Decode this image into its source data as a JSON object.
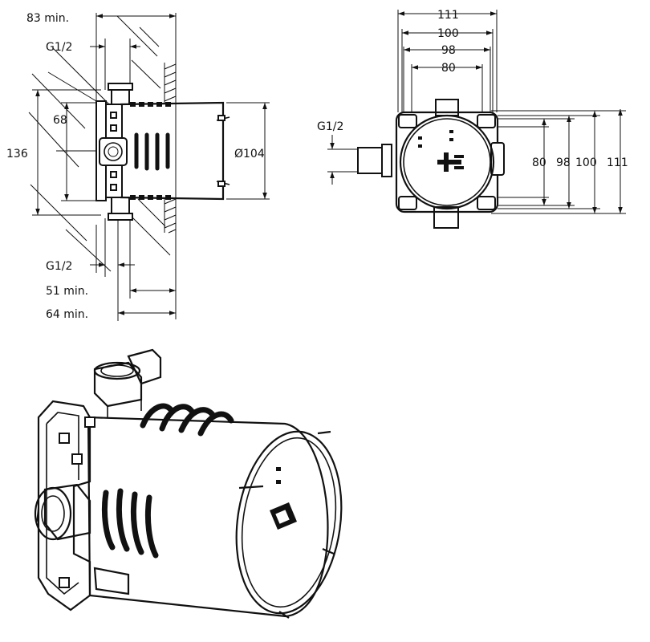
{
  "side_view": {
    "dim_83_min": "83 min.",
    "dim_g12_top": "G1/2",
    "dim_68": "68",
    "dim_136": "136",
    "dim_d104": "Ø104",
    "dim_g12_bottom": "G1/2",
    "dim_51_min": "51 min.",
    "dim_64_min": "64 min."
  },
  "front_view": {
    "dim_top_111": "111",
    "dim_top_100": "100",
    "dim_top_98": "98",
    "dim_top_80": "80",
    "dim_g12": "G1/2",
    "dim_right_80": "80",
    "dim_right_98": "98",
    "dim_right_100": "100",
    "dim_right_111": "111"
  }
}
